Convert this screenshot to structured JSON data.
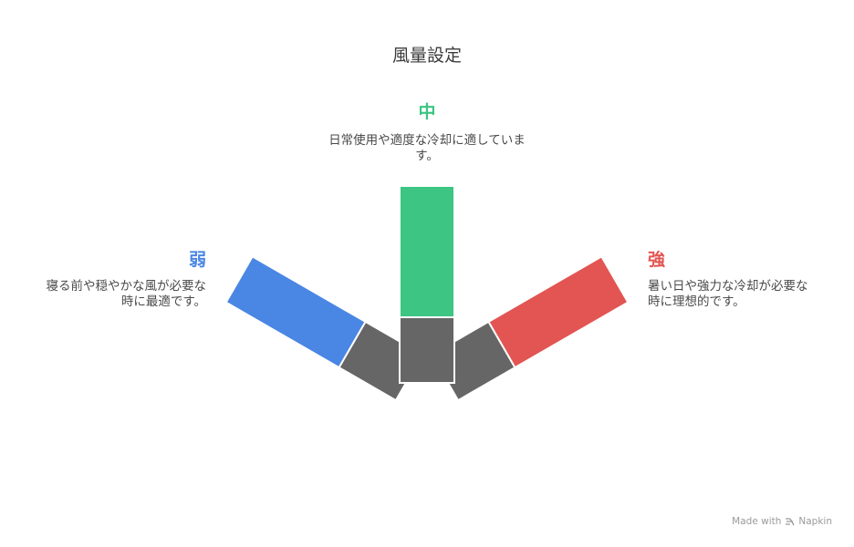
{
  "title": "風量設定",
  "levels": {
    "medium": {
      "label": "中",
      "description": "日常使用や適度な冷却に適しています。",
      "color": "#3cc583"
    },
    "low": {
      "label": "弱",
      "description": "寝る前や穏やかな風が必要な時に最適です。",
      "color": "#4a86e3"
    },
    "high": {
      "label": "強",
      "description": "暑い日や強力な冷却が必要な時に理想的です。",
      "color": "#e25552"
    }
  },
  "hub_color": "#666666",
  "footer": {
    "made_with": "Made with",
    "brand": "Napkin"
  }
}
